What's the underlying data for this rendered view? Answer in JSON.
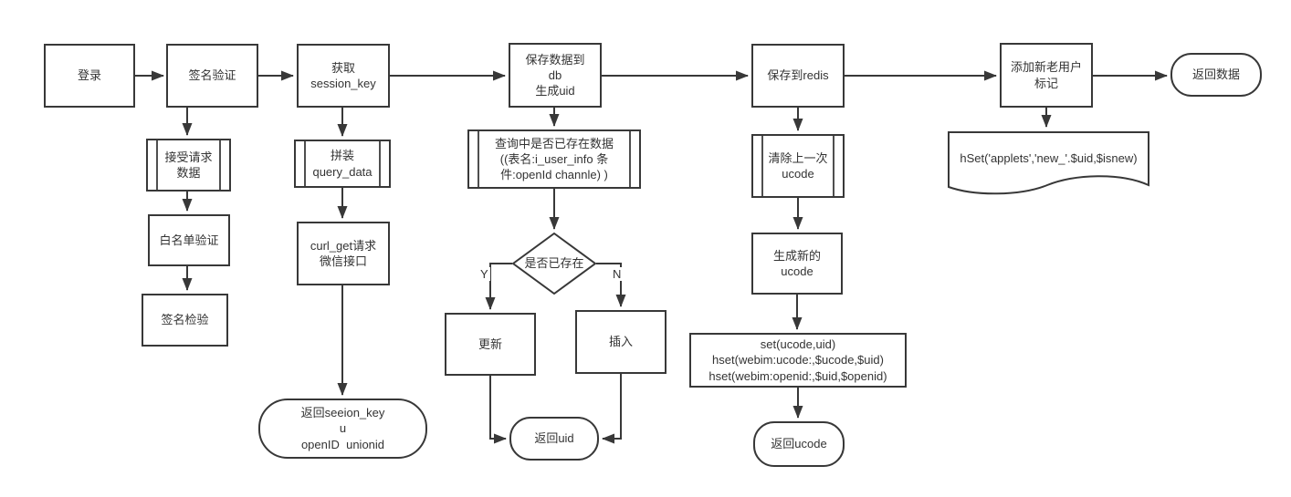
{
  "diagram": {
    "background_color": "#ffffff",
    "stroke_color": "#383838",
    "text_color": "#333333",
    "nodes": {
      "login": {
        "label": "登录",
        "shape": "process"
      },
      "sign_verify": {
        "label": "签名验证",
        "shape": "process"
      },
      "accept_request": {
        "label": "接受请求\n数据",
        "shape": "predefined-process"
      },
      "whitelist_verify": {
        "label": "白名单验证",
        "shape": "process"
      },
      "sign_check": {
        "label": "签名检验",
        "shape": "process"
      },
      "get_session_key": {
        "label": "获取\nsession_key",
        "shape": "process"
      },
      "assemble_query": {
        "label": "拼装\nquery_data",
        "shape": "predefined-process"
      },
      "curl_get": {
        "label": "curl_get请求\n微信接口",
        "shape": "process"
      },
      "return_session": {
        "label": "返回seeion_key\nu\nopenID  unionid",
        "shape": "terminator"
      },
      "save_db": {
        "label": "保存数据到\ndb\n生成uid",
        "shape": "process"
      },
      "query_exist": {
        "label": "查询中是否已存在数据\n((表名:i_user_info 条\n件:openId channle) )",
        "shape": "predefined-process"
      },
      "exist_decision": {
        "label": "是否已存在",
        "shape": "decision"
      },
      "update": {
        "label": "更新",
        "shape": "process"
      },
      "insert": {
        "label": "插入",
        "shape": "process"
      },
      "return_uid": {
        "label": "返回uid",
        "shape": "terminator"
      },
      "save_redis": {
        "label": "保存到redis",
        "shape": "process"
      },
      "clear_ucode": {
        "label": "清除上一次\nucode",
        "shape": "predefined-process"
      },
      "gen_ucode": {
        "label": "生成新的\nucode",
        "shape": "process"
      },
      "redis_set": {
        "label": "set(ucode,uid)\nhset(webim:ucode:,$ucode,$uid)\nhset(webim:openid:,$uid,$openid)",
        "shape": "process"
      },
      "return_ucode": {
        "label": "返回ucode",
        "shape": "terminator"
      },
      "add_user_flag": {
        "label": "添加新老用户\n标记",
        "shape": "process"
      },
      "hset_doc": {
        "label": "hSet('applets','new_'.$uid,$isnew)",
        "shape": "document"
      },
      "return_data": {
        "label": "返回数据",
        "shape": "terminator"
      }
    },
    "branch_labels": {
      "yes": "Y",
      "no": "N"
    }
  }
}
